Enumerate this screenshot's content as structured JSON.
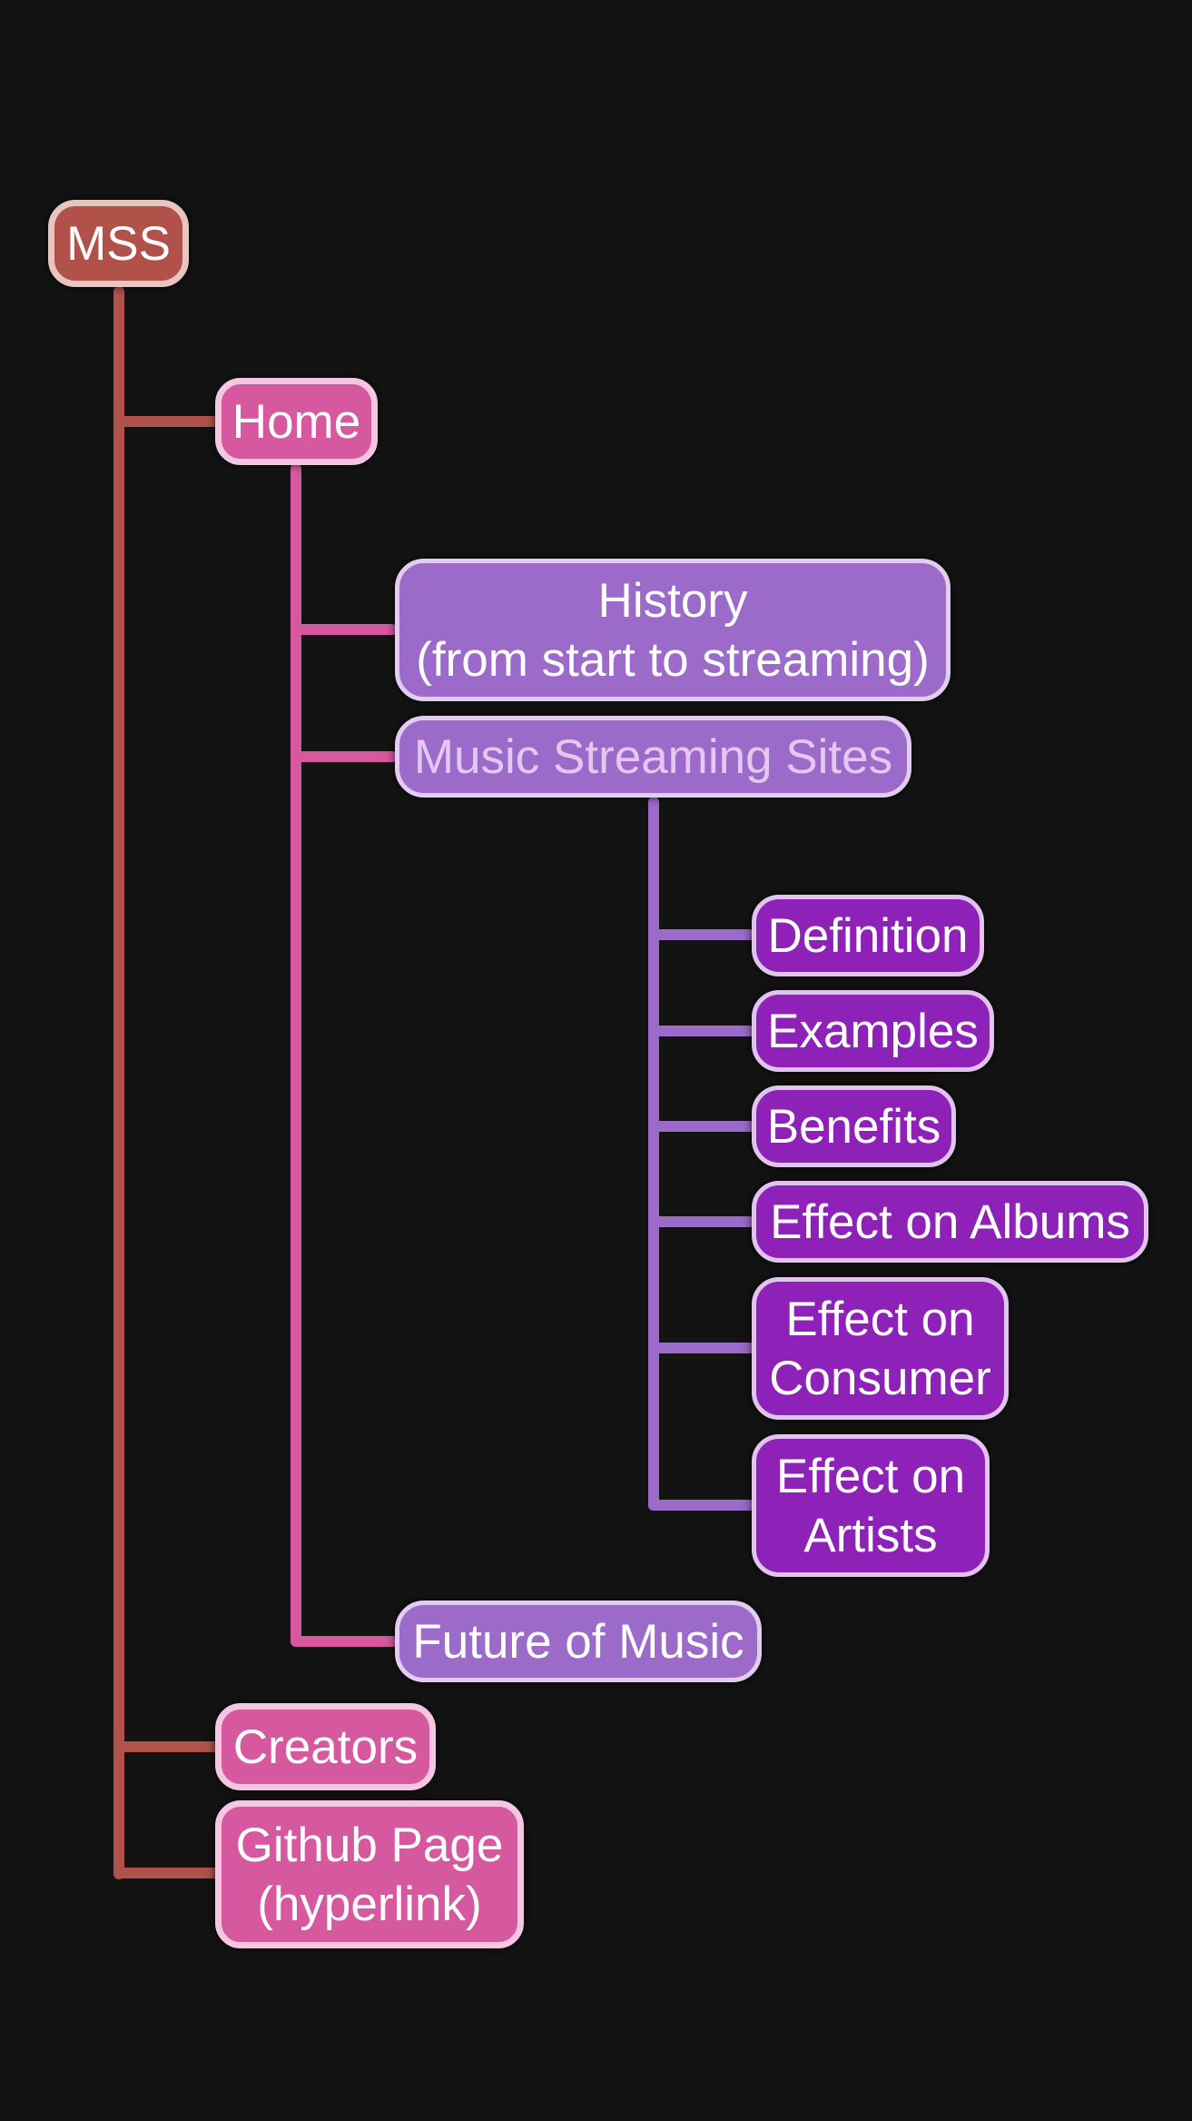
{
  "colors": {
    "background": "#131313",
    "root_fill": "#b0524a",
    "root_connector": "#b0524a",
    "level1_fill": "#d659a0",
    "level1_connector": "#d659a0",
    "level2_fill": "#9c6ac9",
    "level2_connector": "#9c6ac9",
    "level3_fill": "#8e22b8"
  },
  "mindmap": {
    "root": {
      "label": "MSS",
      "children": [
        {
          "label": "Home",
          "children": [
            {
              "label": "History\n(from start to streaming)"
            },
            {
              "label": "Music Streaming Sites",
              "children": [
                {
                  "label": "Definition"
                },
                {
                  "label": "Examples"
                },
                {
                  "label": "Benefits"
                },
                {
                  "label": "Effect on Albums"
                },
                {
                  "label": "Effect on\nConsumer"
                },
                {
                  "label": "Effect on\nArtists"
                }
              ]
            },
            {
              "label": "Future of Music"
            }
          ]
        },
        {
          "label": "Creators"
        },
        {
          "label": "Github Page\n(hyperlink)"
        }
      ]
    }
  }
}
